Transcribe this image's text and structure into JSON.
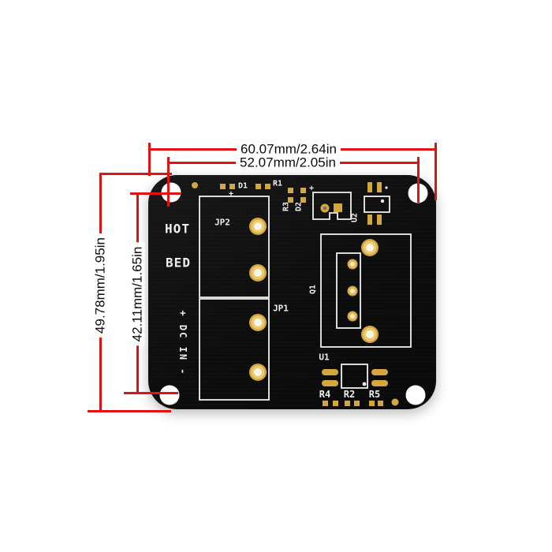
{
  "dimensions": {
    "color": "#e01212",
    "top_outer": "60.07mm/2.64in",
    "top_inner": "52.07mm/2.05in",
    "left_outer": "49.78mm/1.95in",
    "left_inner": "42.11mm/1.65in"
  },
  "board": {
    "silkscreen": {
      "hot": "HOT",
      "bed": "BED",
      "jp2": "JP2",
      "jp1": "JP1",
      "d1": "D1",
      "r1": "R1",
      "r3": "R3",
      "d2": "D2",
      "u2": "U2",
      "q1": "Q1",
      "u1": "U1",
      "r4": "R4",
      "r2": "R2",
      "r5": "R5",
      "dc_in": "+ DC IN -",
      "plus_d1": "+",
      "plus_d2": "+"
    },
    "colors": {
      "board": "#0d0d0d",
      "pad_gold": "#d4a63e",
      "silkscreen": "#f0f0f0",
      "hole_white": "#ffffff"
    }
  }
}
